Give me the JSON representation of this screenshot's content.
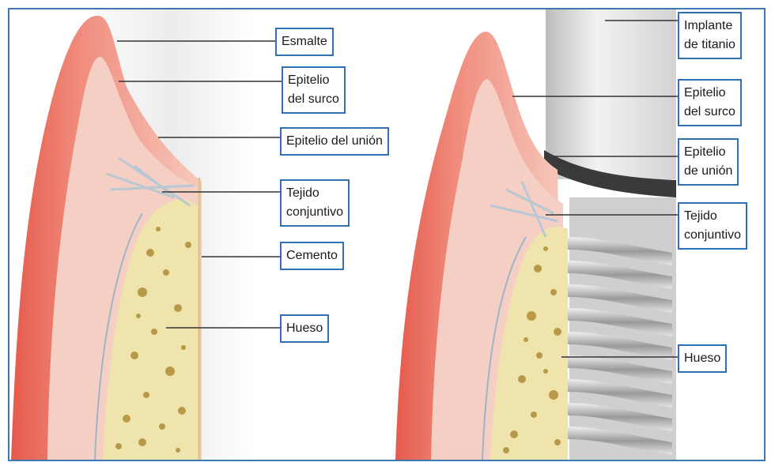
{
  "colors": {
    "frame": "#3c78b4",
    "label_border": "#2f6fb6",
    "gum_outer": "#e36a5c",
    "gum_inner": "#f4c4b8",
    "bone": "#efe3a8",
    "bone_pore": "#b59a4a",
    "tooth": "#f1f1f1",
    "implant": "#d8d8d8",
    "leader": "#333333"
  },
  "left_panel": {
    "labels": [
      {
        "id": "esmalte",
        "lines": [
          "Esmalte"
        ]
      },
      {
        "id": "epitelio-surco",
        "lines": [
          "Epitelio",
          "del surco"
        ]
      },
      {
        "id": "epitelio-union",
        "lines": [
          "Epitelio del unión"
        ]
      },
      {
        "id": "tejido-conjuntivo",
        "lines": [
          "Tejido",
          "conjuntivo"
        ]
      },
      {
        "id": "cemento",
        "lines": [
          "Cemento"
        ]
      },
      {
        "id": "hueso",
        "lines": [
          "Hueso"
        ]
      }
    ]
  },
  "right_panel": {
    "labels": [
      {
        "id": "implante-titanio",
        "lines": [
          "Implante",
          "de titanio"
        ]
      },
      {
        "id": "epitelio-surco",
        "lines": [
          "Epitelio",
          "del surco"
        ]
      },
      {
        "id": "epitelio-union",
        "lines": [
          "Epitelio",
          "de unión"
        ]
      },
      {
        "id": "tejido-conjuntivo",
        "lines": [
          "Tejido",
          "conjuntivo"
        ]
      },
      {
        "id": "hueso",
        "lines": [
          "Hueso"
        ]
      }
    ]
  }
}
